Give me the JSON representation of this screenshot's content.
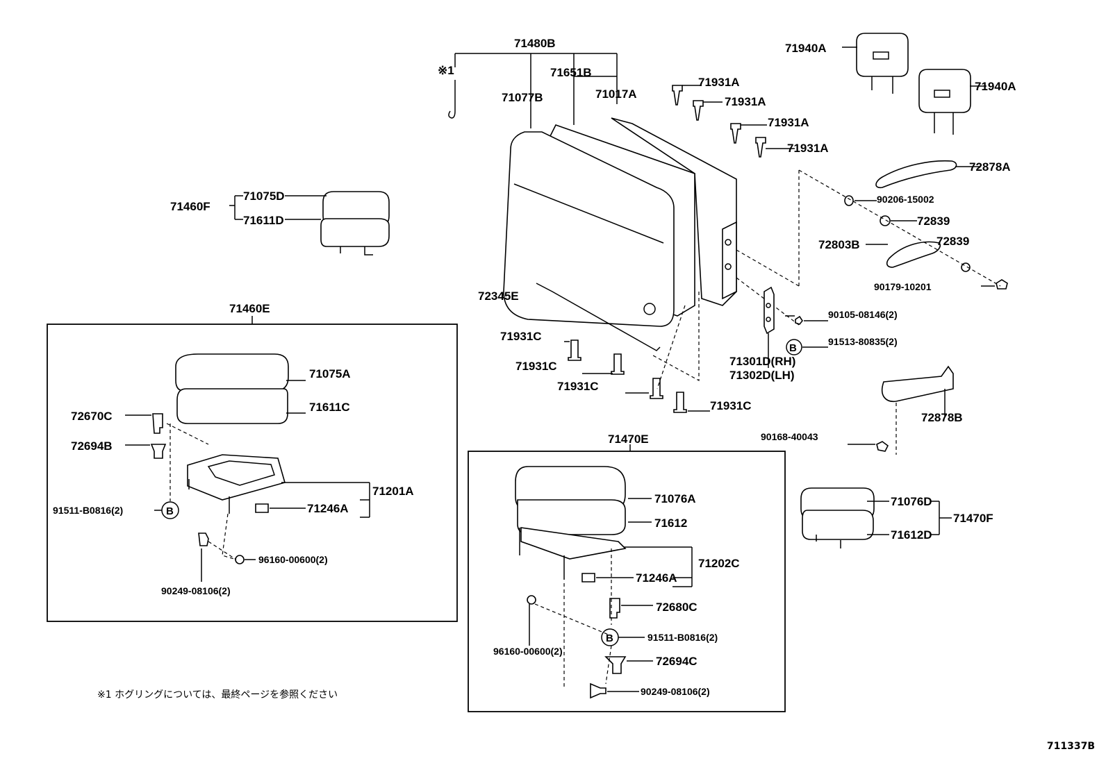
{
  "labels": {
    "l71480B": "71480B",
    "lnote1": "※1",
    "l71651B": "71651B",
    "l71077B": "71077B",
    "l71017A": "71017A",
    "l71931A_1": "71931A",
    "l71931A_2": "71931A",
    "l71931A_3": "71931A",
    "l71931A_4": "71931A",
    "l71940A_1": "71940A",
    "l71940A_2": "71940A",
    "l72878A": "72878A",
    "l90206": "90206-15002",
    "l72839_1": "72839",
    "l72803B": "72803B",
    "l72839_2": "72839",
    "l90179": "90179-10201",
    "l90105": "90105-08146(2)",
    "l91513": "91513-80835(2)",
    "l71301D": "71301D(RH)",
    "l71302D": "71302D(LH)",
    "l72345E": "72345E",
    "l71931C_1": "71931C",
    "l71931C_2": "71931C",
    "l71931C_3": "71931C",
    "l71931C_4": "71931C",
    "l72878B": "72878B",
    "l90168": "90168-40043",
    "l71460F": "71460F",
    "l71075D": "71075D",
    "l71611D": "71611D",
    "l71460E": "71460E",
    "l71075A": "71075A",
    "l71611C": "71611C",
    "l72670C": "72670C",
    "l72694B": "72694B",
    "l71201A": "71201A",
    "l91511a": "91511-B0816(2)",
    "l71246A_1": "71246A",
    "l96160a": "96160-00600(2)",
    "l90249a": "90249-08106(2)",
    "l71470E": "71470E",
    "l71076A": "71076A",
    "l71612": "71612",
    "l71202C": "71202C",
    "l71246A_2": "71246A",
    "l72680C": "72680C",
    "l96160b": "96160-00600(2)",
    "l91511b": "91511-B0816(2)",
    "l72694C": "72694C",
    "l90249b": "90249-08106(2)",
    "l71076D": "71076D",
    "l71612D": "71612D",
    "l71470F": "71470F",
    "circleB": "B"
  },
  "footnote": "※1  ホグリングについては、最終ページを参照ください",
  "reference_code": "711337B"
}
